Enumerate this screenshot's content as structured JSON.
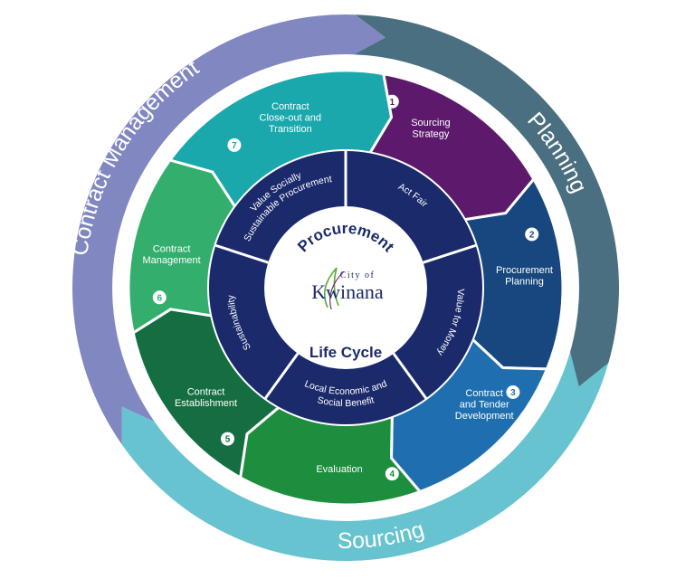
{
  "outer_phases": [
    {
      "label": "Planning",
      "color": "#4a6f80"
    },
    {
      "label": "Sourcing",
      "color": "#66c3cf"
    },
    {
      "label": "Contract Management",
      "color": "#8087c1"
    }
  ],
  "steps": [
    {
      "number": "1",
      "lines": [
        "Sourcing",
        "Strategy"
      ],
      "color": "#5d1a6d"
    },
    {
      "number": "2",
      "lines": [
        "Procurement",
        "Planning"
      ],
      "color": "#17477e"
    },
    {
      "number": "3",
      "lines": [
        "Contract",
        "and Tender",
        "Development"
      ],
      "color": "#1f6fb0"
    },
    {
      "number": "4",
      "lines": [
        "Evaluation"
      ],
      "color": "#1d8d3e"
    },
    {
      "number": "5",
      "lines": [
        "Contract",
        "Establishment"
      ],
      "color": "#156e42"
    },
    {
      "number": "6",
      "lines": [
        "Contract",
        "Management"
      ],
      "color": "#34ae6d"
    },
    {
      "number": "7",
      "lines": [
        "Contract",
        "Close-out and",
        "Transition"
      ],
      "color": "#1aa8ac"
    }
  ],
  "principles": [
    {
      "lines": [
        "Act Fair"
      ]
    },
    {
      "lines": [
        "Value for Money"
      ]
    },
    {
      "lines": [
        "Local Economic and",
        "Social Benefit"
      ]
    },
    {
      "lines": [
        "Sustainability"
      ]
    },
    {
      "lines": [
        "Value Socially",
        "Sustainable Procurement"
      ]
    }
  ],
  "center": {
    "title_top": "Procurement",
    "title_bottom": "Life Cycle",
    "logo_small": "City of",
    "logo_main": "Kwinana"
  },
  "colors": {
    "ring_navy": "#1b2a6b",
    "divider": "#ffffff",
    "center_bg": "#ffffff"
  }
}
